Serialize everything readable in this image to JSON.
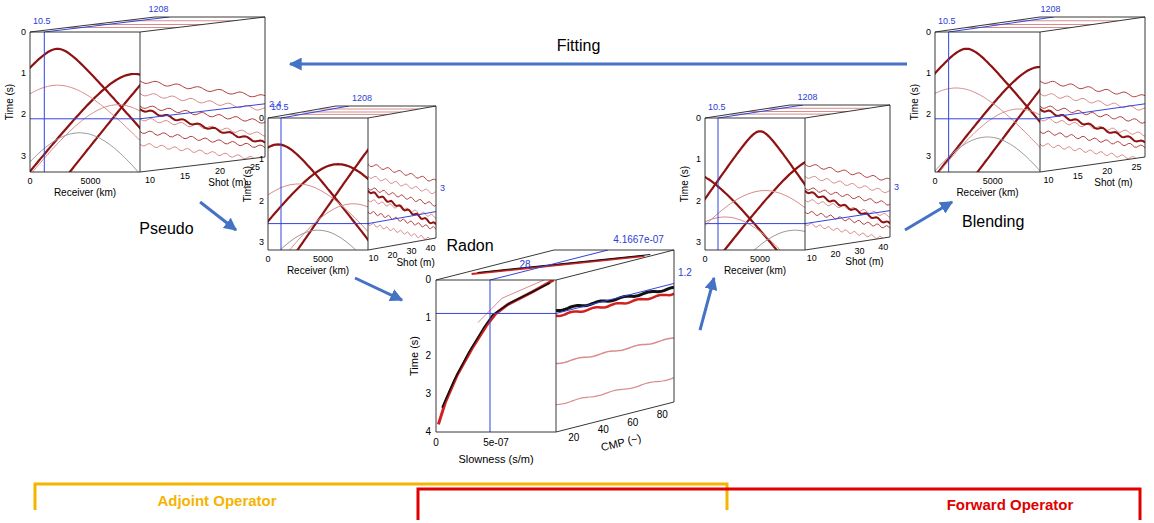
{
  "diagram": {
    "nodes": [
      {
        "text": [
          "10.5",
          "1208",
          "Time (s)",
          "0",
          "1",
          "2",
          "3",
          "0",
          "5000",
          "Receiver (km)",
          "10",
          "15",
          "20",
          "25",
          "Shot (m)",
          "2.4"
        ]
      },
      {
        "text": [
          "10.5",
          "1208",
          "Time (s)",
          "0",
          "1",
          "2",
          "3",
          "0",
          "5000",
          "Receiver (km)",
          "10",
          "20",
          "30",
          "40",
          "Shot (m)",
          "3"
        ]
      },
      {
        "text": [
          "Radon",
          "28",
          "4.1667e-07",
          "Time (s)",
          "0",
          "1",
          "2",
          "3",
          "4",
          "0",
          "5e-07",
          "Slowness (s/m)",
          "20",
          "40",
          "60",
          "80",
          "CMP (~)",
          "1.2"
        ]
      },
      {
        "text": [
          "10.5",
          "1208",
          "Time (s)",
          "0",
          "1",
          "2",
          "3",
          "0",
          "5000",
          "Receiver (km)",
          "10",
          "20",
          "30",
          "40",
          "Shot (m)",
          "3"
        ]
      },
      {
        "text": [
          "10.5",
          "1208",
          "Time (s)",
          "0",
          "1",
          "2",
          "3",
          "0",
          "5000",
          "Receiver (km)",
          "10",
          "15",
          "20",
          "25",
          "Shot (m)"
        ]
      }
    ],
    "edges": [
      {
        "from": 0,
        "to": 1,
        "arrow": "to",
        "label": "Pseudo"
      },
      {
        "from": 1,
        "to": 2,
        "arrow": "to"
      },
      {
        "from": 2,
        "to": 3,
        "arrow": "to"
      },
      {
        "from": 3,
        "to": 4,
        "arrow": "to",
        "label": "Blending"
      },
      {
        "from": 4,
        "to": 0,
        "arrow": "to",
        "label": "Fitting"
      }
    ],
    "labels": [
      "Adjoint Operator",
      "Forward Operator"
    ]
  }
}
